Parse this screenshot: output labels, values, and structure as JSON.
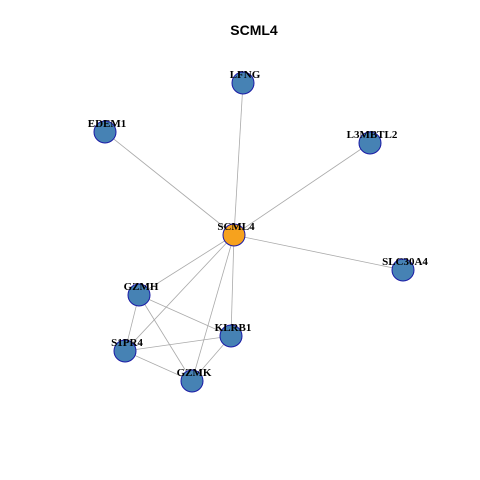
{
  "title": "SCML4",
  "colors": {
    "hub_fill": "#f6a21e",
    "node_fill": "#4682b4",
    "node_stroke": "#1a1aa6",
    "edge": "#aaaaaa"
  },
  "nodes": [
    {
      "id": "SCML4",
      "label": "SCML4",
      "hub": true
    },
    {
      "id": "LFNG",
      "label": "LFNG"
    },
    {
      "id": "EDEM1",
      "label": "EDEM1"
    },
    {
      "id": "L3MBTL2",
      "label": "L3MBTL2"
    },
    {
      "id": "SLC30A4",
      "label": "SLC30A4"
    },
    {
      "id": "GZMH",
      "label": "GZMH"
    },
    {
      "id": "KLRB1",
      "label": "KLRB1"
    },
    {
      "id": "S1PR4",
      "label": "S1PR4"
    },
    {
      "id": "GZMK",
      "label": "GZMK"
    }
  ],
  "edges": [
    [
      "SCML4",
      "LFNG"
    ],
    [
      "SCML4",
      "EDEM1"
    ],
    [
      "SCML4",
      "L3MBTL2"
    ],
    [
      "SCML4",
      "SLC30A4"
    ],
    [
      "SCML4",
      "GZMH"
    ],
    [
      "SCML4",
      "KLRB1"
    ],
    [
      "SCML4",
      "S1PR4"
    ],
    [
      "SCML4",
      "GZMK"
    ],
    [
      "GZMH",
      "KLRB1"
    ],
    [
      "GZMH",
      "S1PR4"
    ],
    [
      "GZMH",
      "GZMK"
    ],
    [
      "S1PR4",
      "KLRB1"
    ],
    [
      "S1PR4",
      "GZMK"
    ],
    [
      "KLRB1",
      "GZMK"
    ]
  ]
}
